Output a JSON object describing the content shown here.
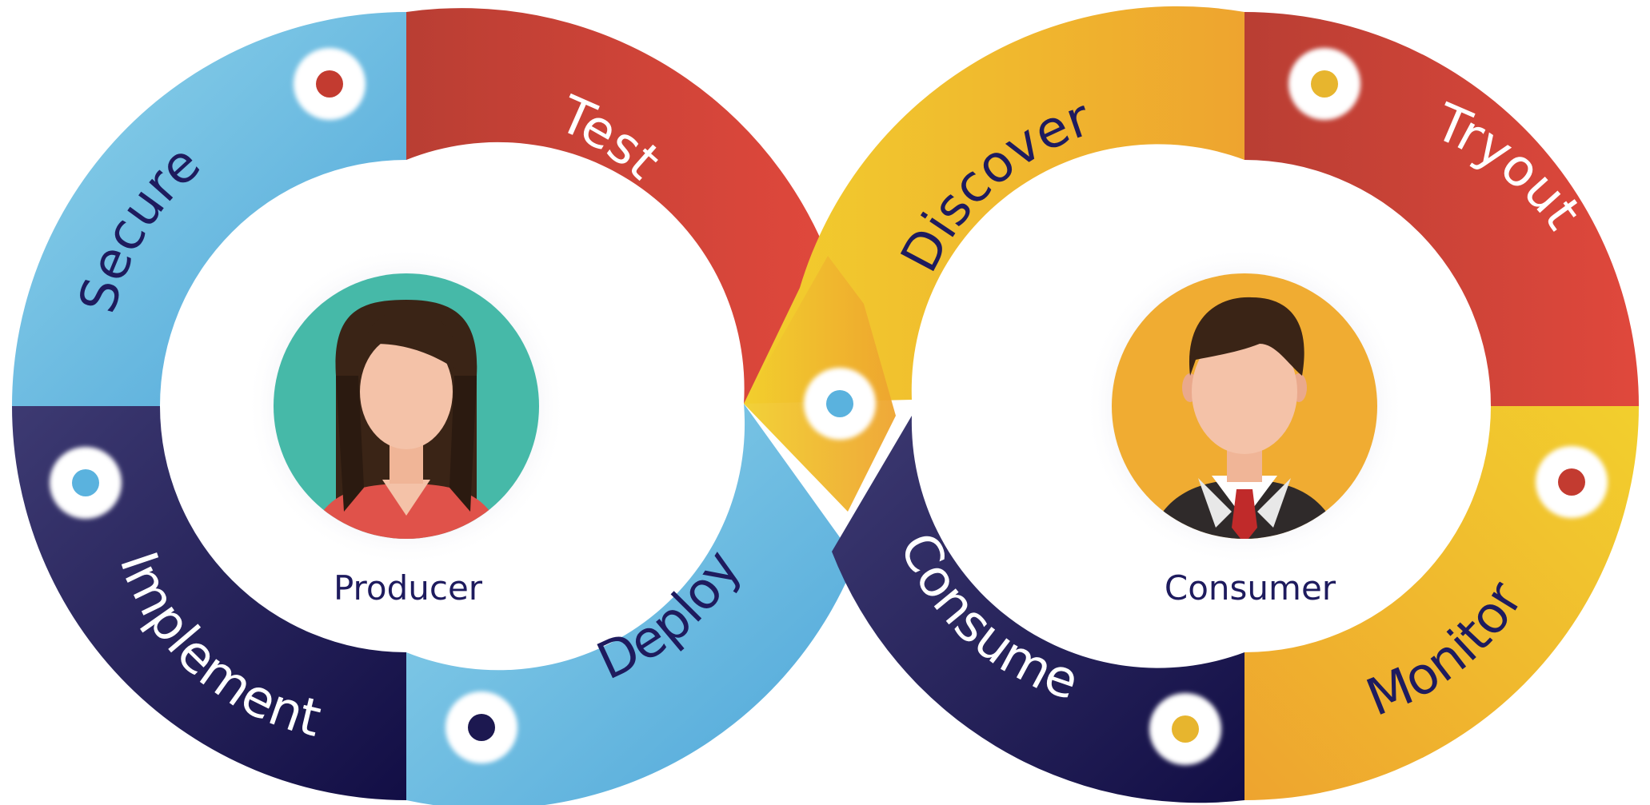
{
  "colors": {
    "light_blue_start": "#8fd3ea",
    "light_blue_end": "#4ea6d9",
    "red_start": "#b93e33",
    "red_end": "#e0483c",
    "navy_start": "#3d3a72",
    "navy_end": "#120e45",
    "yellow_start": "#f2cf2d",
    "yellow_end": "#eea42f",
    "white_text": "#ffffff",
    "navy_text": "#1e1b5e",
    "producer_bg": "#46b9a8",
    "consumer_bg": "#f0ac32",
    "label_text": "#1e1b5e"
  },
  "segments": {
    "secure": "Secure",
    "test": "Test",
    "implement": "Implement",
    "deploy": "Deploy",
    "discover": "Discover",
    "tryout": "Tryout",
    "consume": "Consume",
    "monitor": "Monitor"
  },
  "roles": {
    "producer": "Producer",
    "consumer": "Consumer"
  },
  "icons": {
    "producer": "woman-avatar-icon",
    "consumer": "businessman-avatar-icon"
  }
}
